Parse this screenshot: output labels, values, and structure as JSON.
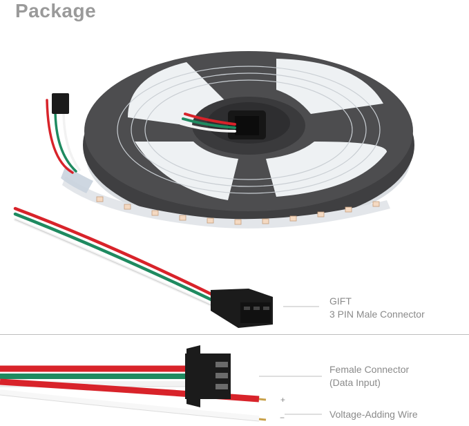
{
  "page": {
    "title": "Package"
  },
  "gift": {
    "line1": "GIFT",
    "line2": "3 PIN Male Connector"
  },
  "female": {
    "line1": "Female Connector",
    "line2": "(Data Input)"
  },
  "voltage": {
    "label": "Voltage-Adding Wire",
    "plus": "+",
    "minus": "−"
  },
  "colors": {
    "reel": "#4d4d4f",
    "strip": "#e9ecef",
    "wire_red": "#d8232a",
    "wire_green": "#1f8a60",
    "wire_white": "#f2f2f2",
    "connector": "#1b1b1b"
  }
}
